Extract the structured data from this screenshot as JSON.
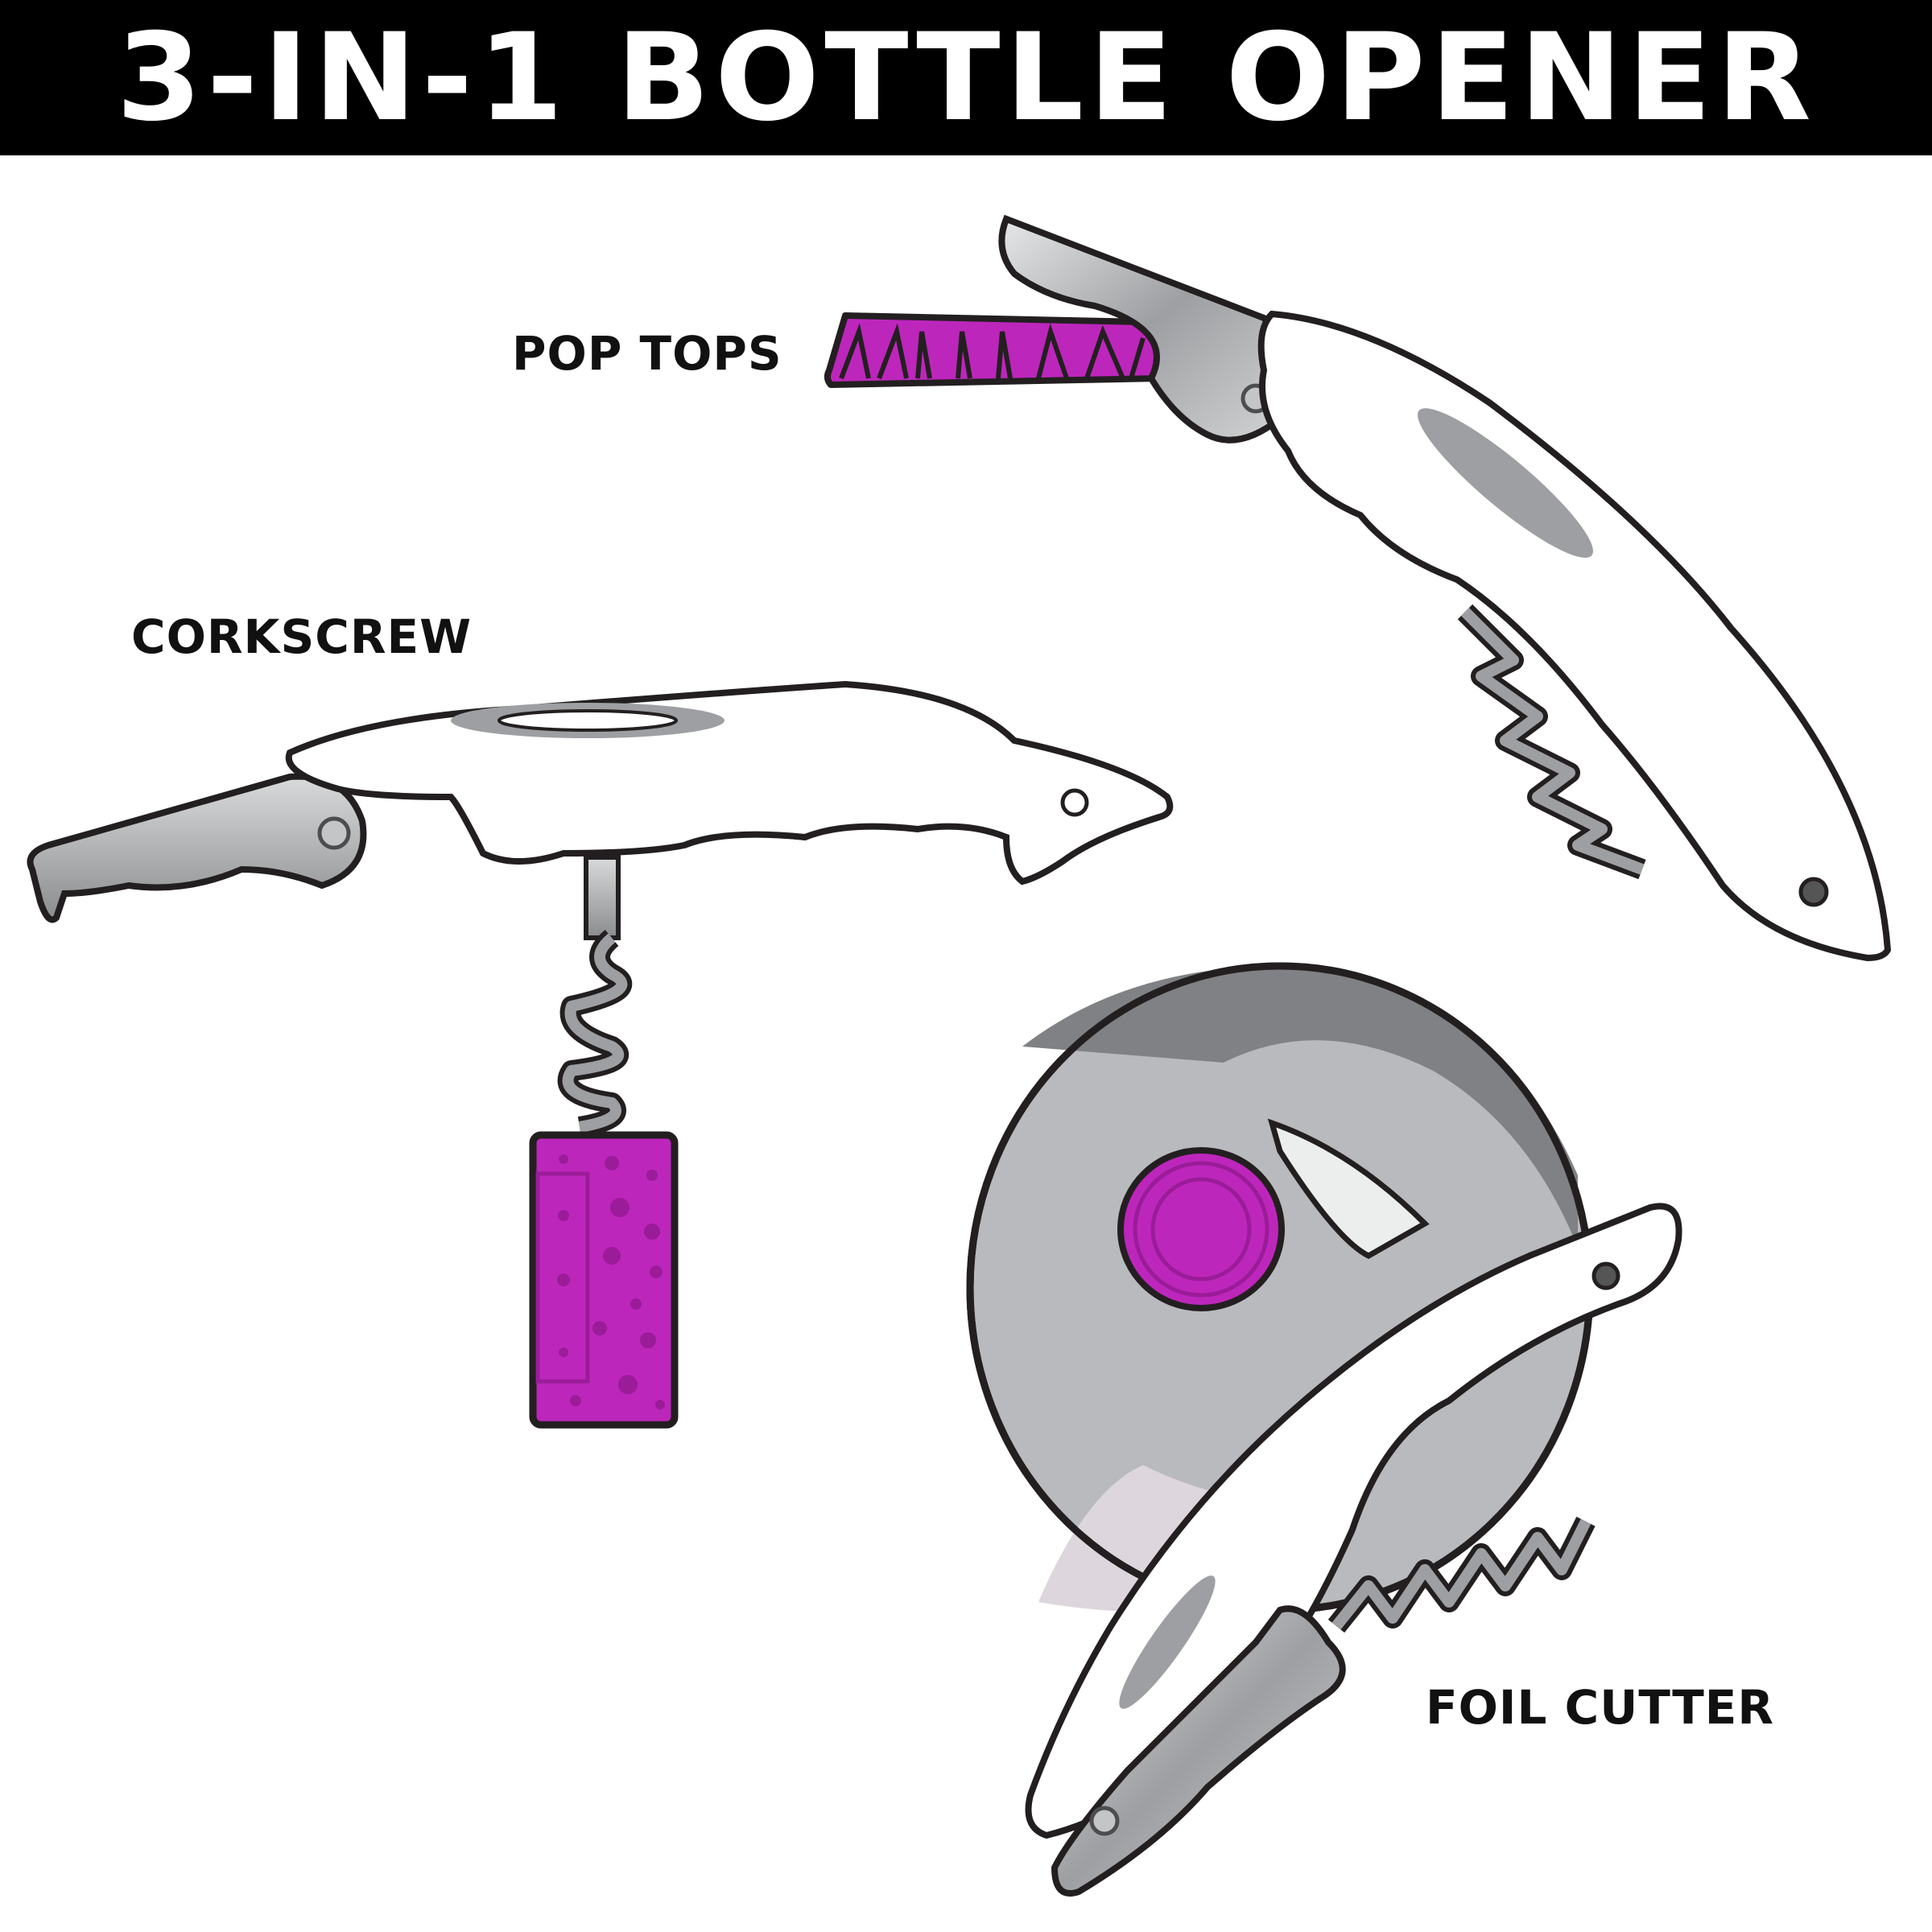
{
  "title": "3-IN-1 BOTTLE OPENER",
  "labels": {
    "pop_tops": "POP TOPS",
    "corkscrew": "CORKSCREW",
    "foil_cutter": "FOIL CUTTER"
  },
  "colors": {
    "banner_bg": "#000000",
    "banner_text": "#ffffff",
    "accent_magenta": "#bd26bb",
    "accent_magenta_dark": "#9a1c98",
    "metal_gray": "#a7a8ab",
    "bottle_dark_gray": "#808184",
    "bottle_light_gray": "#b9babd",
    "outline": "#231f20"
  }
}
